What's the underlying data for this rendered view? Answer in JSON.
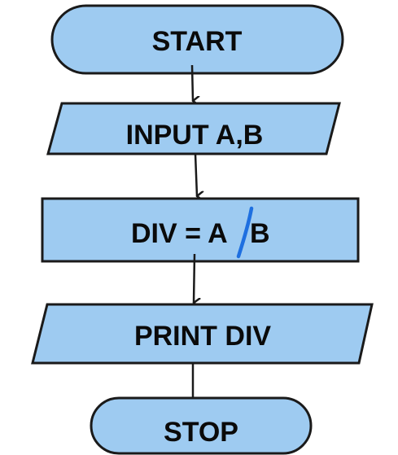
{
  "colors": {
    "node_fill": "#9ecbf1",
    "node_stroke": "#1a1a1a",
    "text": "#0a0a0a",
    "pen_mark": "#1e6fe0"
  },
  "nodes": {
    "start": {
      "shape": "terminator",
      "label": "START"
    },
    "input": {
      "shape": "parallelogram",
      "label": "INPUT A,B"
    },
    "process": {
      "shape": "rectangle",
      "label": "DIV = A",
      "label_suffix": "B"
    },
    "print": {
      "shape": "parallelogram",
      "label": "PRINT DIV"
    },
    "stop": {
      "shape": "terminator",
      "label": "STOP"
    }
  }
}
